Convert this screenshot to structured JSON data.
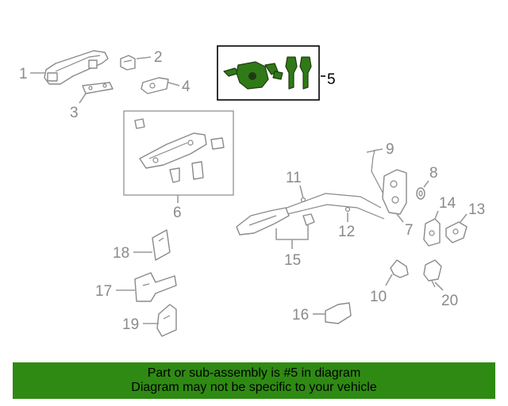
{
  "callouts": {
    "c1": "1",
    "c2": "2",
    "c3": "3",
    "c4": "4",
    "c5": "5",
    "c6": "6",
    "c7": "7",
    "c8": "8",
    "c9": "9",
    "c10": "10",
    "c11": "11",
    "c12": "12",
    "c13": "13",
    "c14": "14",
    "c15": "15",
    "c16": "16",
    "c17": "17",
    "c18": "18",
    "c19": "19",
    "c20": "20"
  },
  "banner": {
    "line1": "Part or sub-assembly is #5 in diagram",
    "line2": "Diagram may not be specific to your vehicle"
  },
  "colors": {
    "highlight_part": "#2f7a17",
    "banner_background": "#2f8a13",
    "line_art": "#8a8a8a"
  }
}
